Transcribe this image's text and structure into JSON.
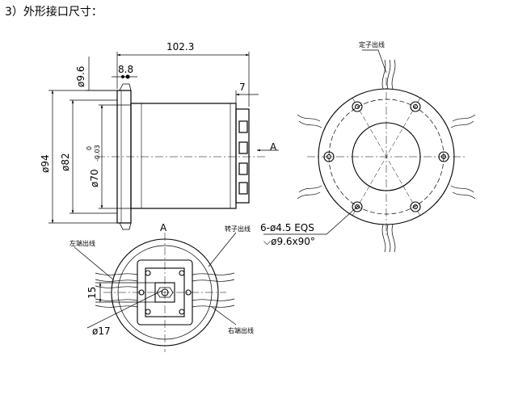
{
  "heading": "3）外形接口尺寸：",
  "dims": {
    "overall_length": "102.3",
    "flange_thickness": "8.8",
    "flange_dia": "ø9.6",
    "end_length": "7",
    "outer_dia": "ø94",
    "pcd": "ø82",
    "pilot_dia": "ø70",
    "pilot_tol_upper": "0",
    "pilot_tol_lower": "-0.03",
    "bore_height": "15",
    "bore_dia": "ø17"
  },
  "view_marker": "A",
  "hole_spec": {
    "line1": "6-ø4.5 EQS",
    "line2": "⌵ø9.6x90°"
  },
  "wire_labels": {
    "stator_wire": "定子出线",
    "rotor_wire": "转子出线",
    "left_end_wire": "左端出线",
    "right_end_wire": "右端出线"
  }
}
